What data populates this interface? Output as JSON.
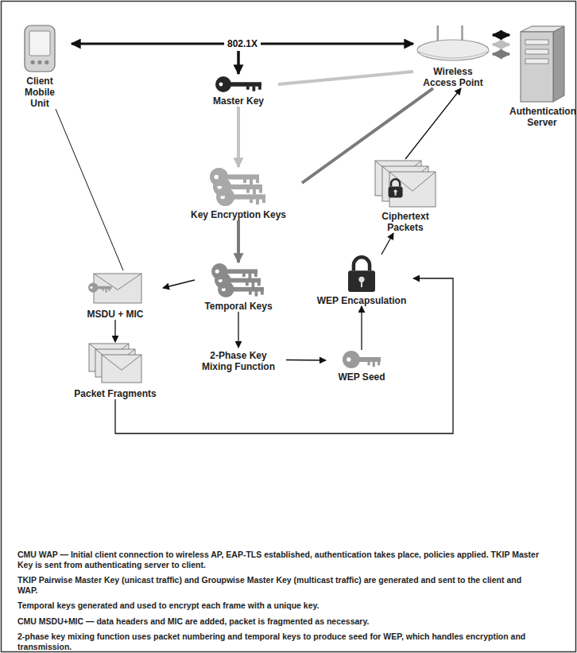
{
  "diagram": {
    "nodes": [
      {
        "text": [
          "Client Mobile Unit"
        ]
      },
      {
        "text": [
          "Wireless Access Point"
        ]
      },
      {
        "text": [
          "Authentication Server"
        ]
      },
      {
        "text": [
          "Master Key"
        ]
      },
      {
        "text": [
          "Key Encryption Keys"
        ]
      },
      {
        "text": [
          "Ciphertext Packets"
        ]
      },
      {
        "text": [
          "MSDU + MIC"
        ]
      },
      {
        "text": [
          "Temporal Keys"
        ]
      },
      {
        "text": [
          "WEP Encapsulation"
        ]
      },
      {
        "text": [
          "Packet Fragments"
        ]
      },
      {
        "text": [
          "2-Phase Key Mixing Function"
        ]
      },
      {
        "text": [
          "WEP Seed"
        ]
      }
    ],
    "edges": [
      {
        "from": 0,
        "to": 1,
        "arrow": "both",
        "label": "802.1X"
      },
      {
        "from": 1,
        "to": 2,
        "arrow": "both"
      },
      {
        "from": 1,
        "to": 2,
        "arrow": "both"
      },
      {
        "from": 1,
        "to": 2,
        "arrow": "both"
      },
      {
        "from": 3,
        "to": 1,
        "arrow": "none"
      },
      {
        "from": 3,
        "to": 4,
        "arrow": "to"
      },
      {
        "from": 4,
        "to": 1,
        "arrow": "none"
      },
      {
        "from": 4,
        "to": 7,
        "arrow": "to"
      },
      {
        "from": 6,
        "to": 0,
        "arrow": "none"
      },
      {
        "from": 7,
        "to": 6,
        "arrow": "to"
      },
      {
        "from": 6,
        "to": 9,
        "arrow": "to"
      },
      {
        "from": 7,
        "to": 10,
        "arrow": "to"
      },
      {
        "from": 10,
        "to": 11,
        "arrow": "to"
      },
      {
        "from": 11,
        "to": 8,
        "arrow": "to"
      },
      {
        "from": 9,
        "to": 8,
        "arrow": "to"
      },
      {
        "from": 8,
        "to": 5,
        "arrow": "to"
      },
      {
        "from": 5,
        "to": 1,
        "arrow": "to"
      }
    ],
    "labels": [
      "CMU WAP — Initial client connection to wireless AP, EAP-TLS established, authentication takes place, policies applied. TKIP Master Key is sent from authenticating server to client.",
      "TKIP Pairwise Master Key (unicast traffic) and Groupwise Master Key (multicast traffic) are generated and sent to the client and WAP.",
      "Temporal keys generated and used to encrypt each frame with a unique key.",
      "CMU MSDU+MIC — data headers and MIC are added, packet is fragmented as necessary.",
      "2-phase key mixing function uses packet numbering and temporal keys to produce seed for WEP, which handles encryption and transmission."
    ]
  }
}
